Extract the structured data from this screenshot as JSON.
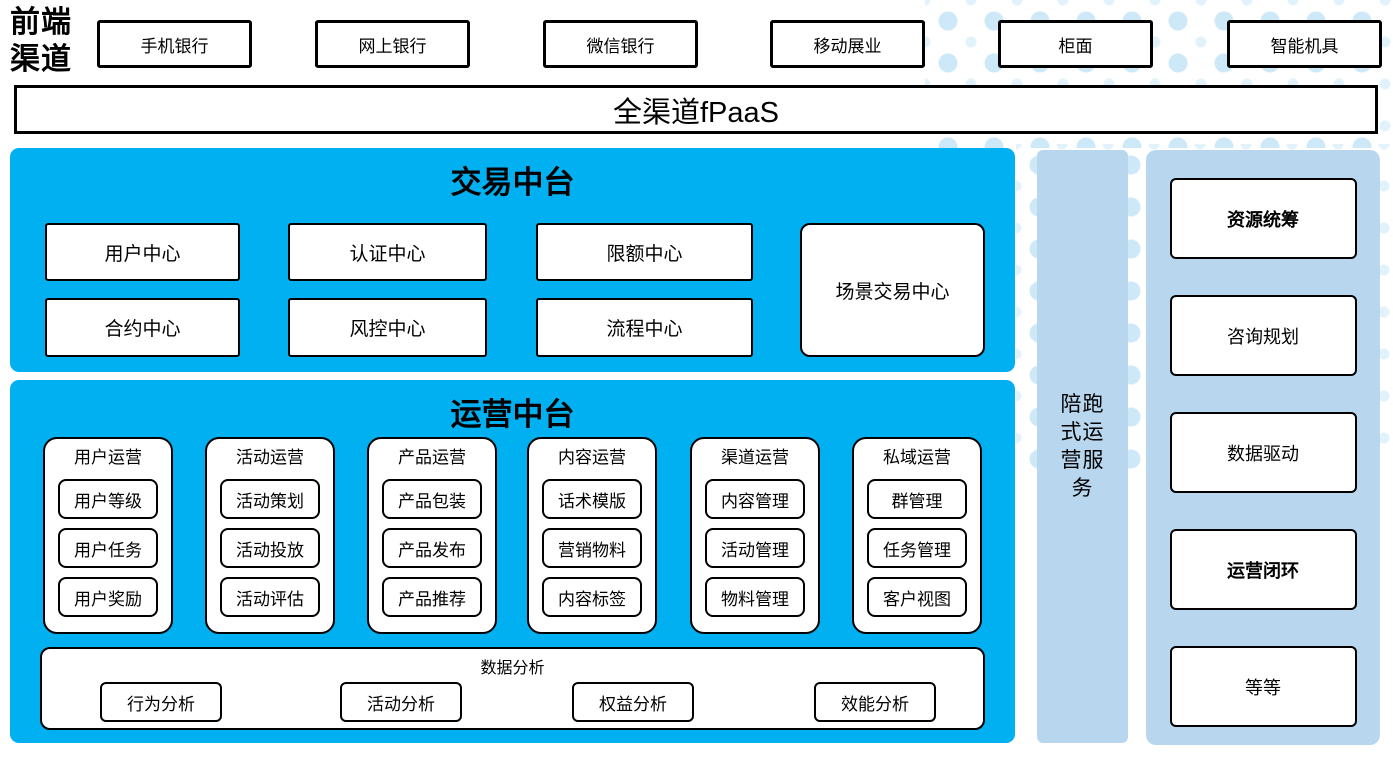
{
  "colors": {
    "accent_blue": "#00b0f0",
    "light_blue": "#b8d7ef",
    "dot_blue": "#cde9f8"
  },
  "front_channels": {
    "label": "前端渠道",
    "items": [
      "手机银行",
      "网上银行",
      "微信银行",
      "移动展业",
      "柜面",
      "智能机具"
    ]
  },
  "fpaas": {
    "label": "全渠道fPaaS"
  },
  "trade_platform": {
    "title": "交易中台",
    "row1": [
      "用户中心",
      "认证中心",
      "限额中心"
    ],
    "row2": [
      "合约中心",
      "风控中心",
      "流程中心"
    ],
    "scene_box": "场景交易中心"
  },
  "ops_platform": {
    "title": "运营中台",
    "columns": [
      {
        "title": "用户运营",
        "items": [
          "用户等级",
          "用户任务",
          "用户奖励"
        ]
      },
      {
        "title": "活动运营",
        "items": [
          "活动策划",
          "活动投放",
          "活动评估"
        ]
      },
      {
        "title": "产品运营",
        "items": [
          "产品包装",
          "产品发布",
          "产品推荐"
        ]
      },
      {
        "title": "内容运营",
        "items": [
          "话术模版",
          "营销物料",
          "内容标签"
        ]
      },
      {
        "title": "渠道运营",
        "items": [
          "内容管理",
          "活动管理",
          "物料管理"
        ]
      },
      {
        "title": "私域运营",
        "items": [
          "群管理",
          "任务管理",
          "客户视图"
        ]
      }
    ],
    "analysis": {
      "title": "数据分析",
      "items": [
        "行为分析",
        "活动分析",
        "权益分析",
        "效能分析"
      ]
    }
  },
  "side_bar": {
    "label": "陪跑式运营服务"
  },
  "right_panel": {
    "items": [
      {
        "label": "资源统筹",
        "bold": true
      },
      {
        "label": "咨询规划",
        "bold": false
      },
      {
        "label": "数据驱动",
        "bold": false
      },
      {
        "label": "运营闭环",
        "bold": true
      },
      {
        "label": "等等",
        "bold": false
      }
    ]
  }
}
